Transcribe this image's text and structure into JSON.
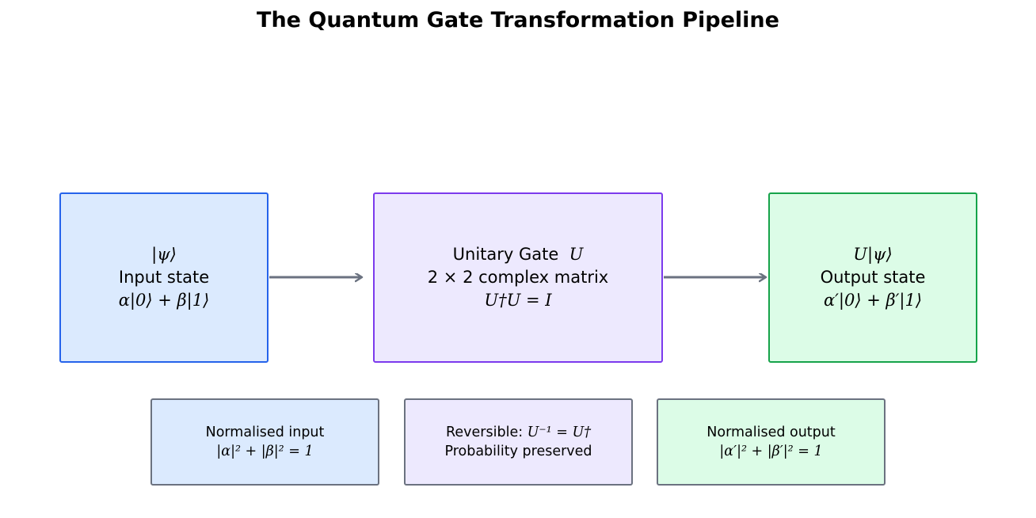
{
  "title": "The Quantum Gate Transformation Pipeline",
  "colors": {
    "input_fill": "#dbeafe",
    "input_border": "#2563eb",
    "gate_fill": "#ede9fe",
    "gate_border": "#7c3aed",
    "output_fill": "#dcfce7",
    "output_border": "#16a34a",
    "note_border": "#6b7280",
    "arrow": "#6b7280"
  },
  "input": {
    "ket": "|ψ⟩",
    "label": "Input state",
    "expr": "α|0⟩ + β|1⟩"
  },
  "gate": {
    "label": "Unitary Gate",
    "symbol": "U",
    "matrix": "2 × 2 complex matrix",
    "condition": "U†U = I"
  },
  "output": {
    "ket": "U|ψ⟩",
    "label": "Output state",
    "expr": "α′|0⟩ + β′|1⟩"
  },
  "notes": {
    "input": {
      "line1": "Normalised input",
      "line2": "|α|² + |β|² = 1"
    },
    "gate": {
      "line1_prefix": "Reversible: ",
      "line1_math": "U⁻¹ = U†",
      "line2": "Probability preserved"
    },
    "output": {
      "line1": "Normalised output",
      "line2": "|α′|² + |β′|² = 1"
    }
  }
}
